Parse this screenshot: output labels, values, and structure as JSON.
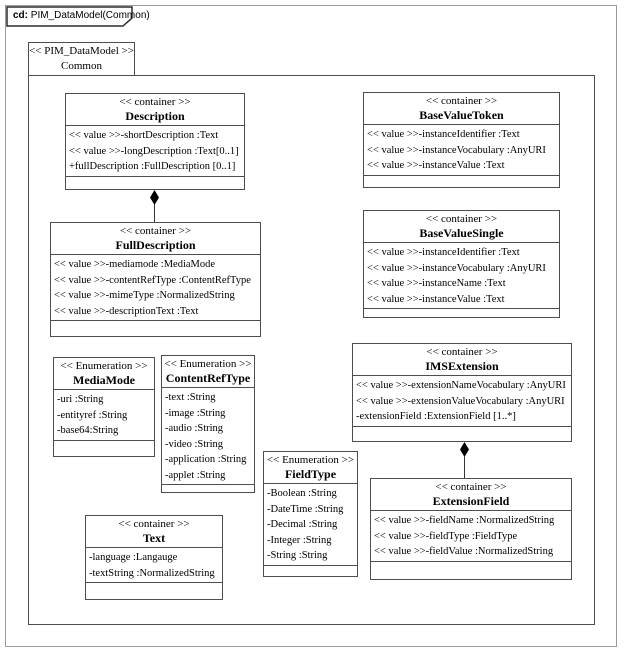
{
  "tab": {
    "prefix": "cd:",
    "title": " PIM_DataModel(Common)"
  },
  "frame": {
    "stereotype": "<< PIM_DataModel >>",
    "name": "Common"
  },
  "colors": {
    "line": "#4d4d4d",
    "connector": "#000000",
    "background": "#ffffff",
    "text": "#000000"
  },
  "classes": {
    "description": {
      "stereotype": "<< container >>",
      "name": "Description",
      "attributes": [
        "<< value >>-shortDescription :Text",
        "<< value >>-longDescription :Text[0..1]",
        "+fullDescription :FullDescription [0..1]"
      ]
    },
    "baseValueToken": {
      "stereotype": "<< container >>",
      "name": "BaseValueToken",
      "attributes": [
        "<< value >>-instanceIdentifier :Text",
        "<< value >>-instanceVocabulary :AnyURI",
        "<< value >>-instanceValue :Text"
      ]
    },
    "fullDescription": {
      "stereotype": "<< container >>",
      "name": "FullDescription",
      "attributes": [
        "<< value >>-mediamode :MediaMode",
        "<< value >>-contentRefType :ContentRefType",
        "<< value >>-mimeType :NormalizedString",
        "<< value >>-descriptionText :Text"
      ]
    },
    "baseValueSingle": {
      "stereotype": "<< container >>",
      "name": "BaseValueSingle",
      "attributes": [
        "<< value >>-instanceIdentifier :Text",
        "<< value >>-instanceVocabulary :AnyURI",
        "<< value >>-instanceName :Text",
        "<< value >>-instanceValue :Text"
      ]
    },
    "mediaMode": {
      "stereotype": "<< Enumeration >>",
      "name": "MediaMode",
      "attributes": [
        "-uri :String",
        "-entityref :String",
        "-base64:String"
      ]
    },
    "contentRefType": {
      "stereotype": "<< Enumeration >>",
      "name": "ContentRefType",
      "attributes": [
        "-text :String",
        "-image :String",
        "-audio :String",
        "-video :String",
        "-application :String",
        "-applet :String"
      ]
    },
    "imsExtension": {
      "stereotype": "<< container >>",
      "name": "IMSExtension",
      "attributes": [
        "<< value >>-extensionNameVocabulary :AnyURI",
        "<< value >>-extensionValueVocabulary :AnyURI",
        "-extensionField :ExtensionField [1..*]"
      ]
    },
    "fieldType": {
      "stereotype": "<< Enumeration >>",
      "name": "FieldType",
      "attributes": [
        "-Boolean :String",
        "-DateTime :String",
        "-Decimal :String",
        "-Integer :String",
        "-String :String"
      ]
    },
    "extensionField": {
      "stereotype": "<< container >>",
      "name": "ExtensionField",
      "attributes": [
        "<< value >>-fieldName :NormalizedString",
        "<< value >>-fieldType :FieldType",
        "<< value >>-fieldValue :NormalizedString"
      ]
    },
    "text": {
      "stereotype": "<< container >>",
      "name": "Text",
      "attributes": [
        "-language :Langauge",
        "-textString :NormalizedString"
      ]
    }
  },
  "relations": [
    {
      "type": "composition",
      "whole": "Description",
      "part": "FullDescription"
    },
    {
      "type": "composition",
      "whole": "IMSExtension",
      "part": "ExtensionField"
    }
  ]
}
